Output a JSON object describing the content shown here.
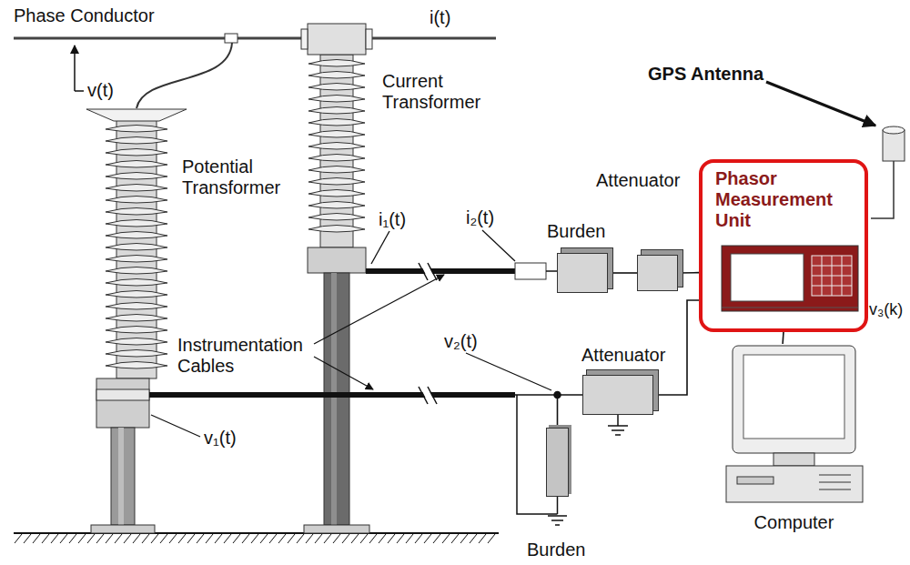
{
  "diagram": {
    "nodes": [
      {
        "text": [
          "Burden"
        ]
      },
      {
        "text": [
          "Attenuator"
        ]
      },
      {
        "text": [
          "Phasor Measurement Unit"
        ]
      },
      {
        "text": [
          "Attenuator"
        ]
      },
      {
        "text": [
          "Burden"
        ]
      },
      {
        "text": [
          "Computer"
        ]
      }
    ],
    "edges": [
      {
        "from": 0,
        "to": 1,
        "arrow": "none"
      },
      {
        "from": 1,
        "to": 2,
        "arrow": "none"
      },
      {
        "from": 3,
        "to": 2,
        "arrow": "none"
      },
      {
        "from": 2,
        "to": 5,
        "arrow": "none"
      },
      {
        "from": 4,
        "to": 3,
        "arrow": "none"
      }
    ],
    "labels": [
      "Phase Conductor",
      "i(t)",
      "v(t)",
      "Current Transformer",
      "GPS Antenna",
      "Potential Transformer",
      "i₁(t)",
      "i₂(t)",
      "Instrumentation Cables",
      "v₁(t)",
      "v₂(t)",
      "v₃(k)"
    ]
  }
}
